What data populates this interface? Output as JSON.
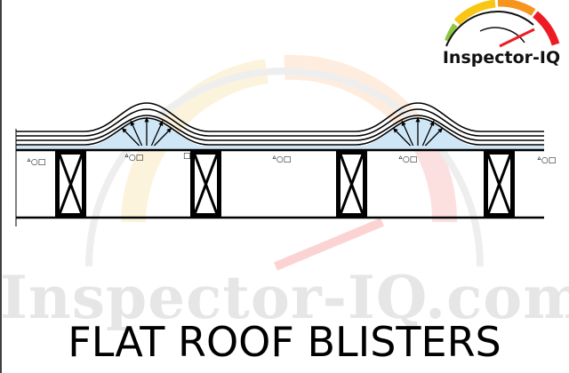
{
  "logo": {
    "text": "Inspector-IQ",
    "gauge_colors": [
      "#8dc63f",
      "#f9c713",
      "#f7941d",
      "#ed1c24"
    ]
  },
  "watermark": {
    "text": "Inspector-IQ.com"
  },
  "title": "FLAT ROOF BLISTERS",
  "diagram": {
    "blister_fill": "#cfe6f7",
    "joist_count": 4,
    "blister_count": 2
  }
}
